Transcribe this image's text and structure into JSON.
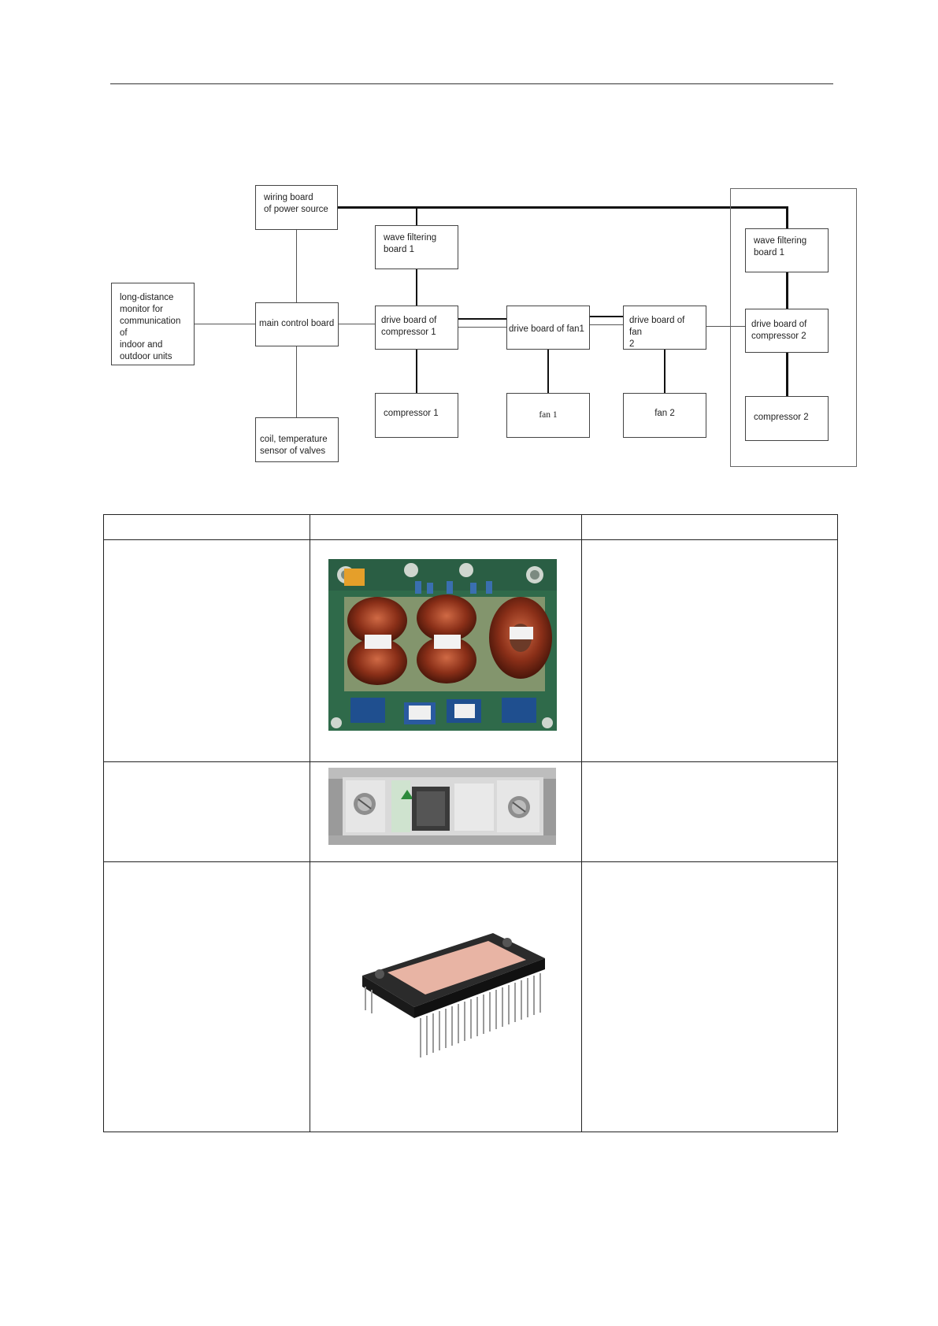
{
  "diagram": {
    "wiring_board": [
      "wiring board",
      "of power source"
    ],
    "wave_filter_1": [
      "wave filtering",
      "board 1"
    ],
    "wave_filter_2": [
      "wave filtering",
      "board 1"
    ],
    "remote_monitor": [
      "long-distance",
      "monitor for",
      "communication of",
      "indoor and",
      "outdoor units"
    ],
    "main_control": "main control board",
    "drive_comp_1": [
      "drive board of",
      "compressor 1"
    ],
    "drive_fan_1": "drive board of fan1",
    "drive_fan_2": [
      "drive board of fan",
      "2"
    ],
    "drive_comp_2": [
      "drive board of",
      "compressor 2"
    ],
    "compressor_1": "compressor 1",
    "fan_1": "fan 1",
    "fan_2": "fan 2",
    "compressor_2": "compressor 2",
    "sensor": [
      "coil, temperature",
      "sensor of valves"
    ]
  },
  "parts_table": {
    "header": [
      "",
      "",
      ""
    ],
    "rows": [
      {
        "name": "",
        "image": "wave-filtering-board-photo",
        "notes": ""
      },
      {
        "name": "",
        "image": "terminal-block-photo",
        "notes": ""
      },
      {
        "name": "",
        "image": "ipm-module-photo",
        "notes": ""
      }
    ]
  }
}
